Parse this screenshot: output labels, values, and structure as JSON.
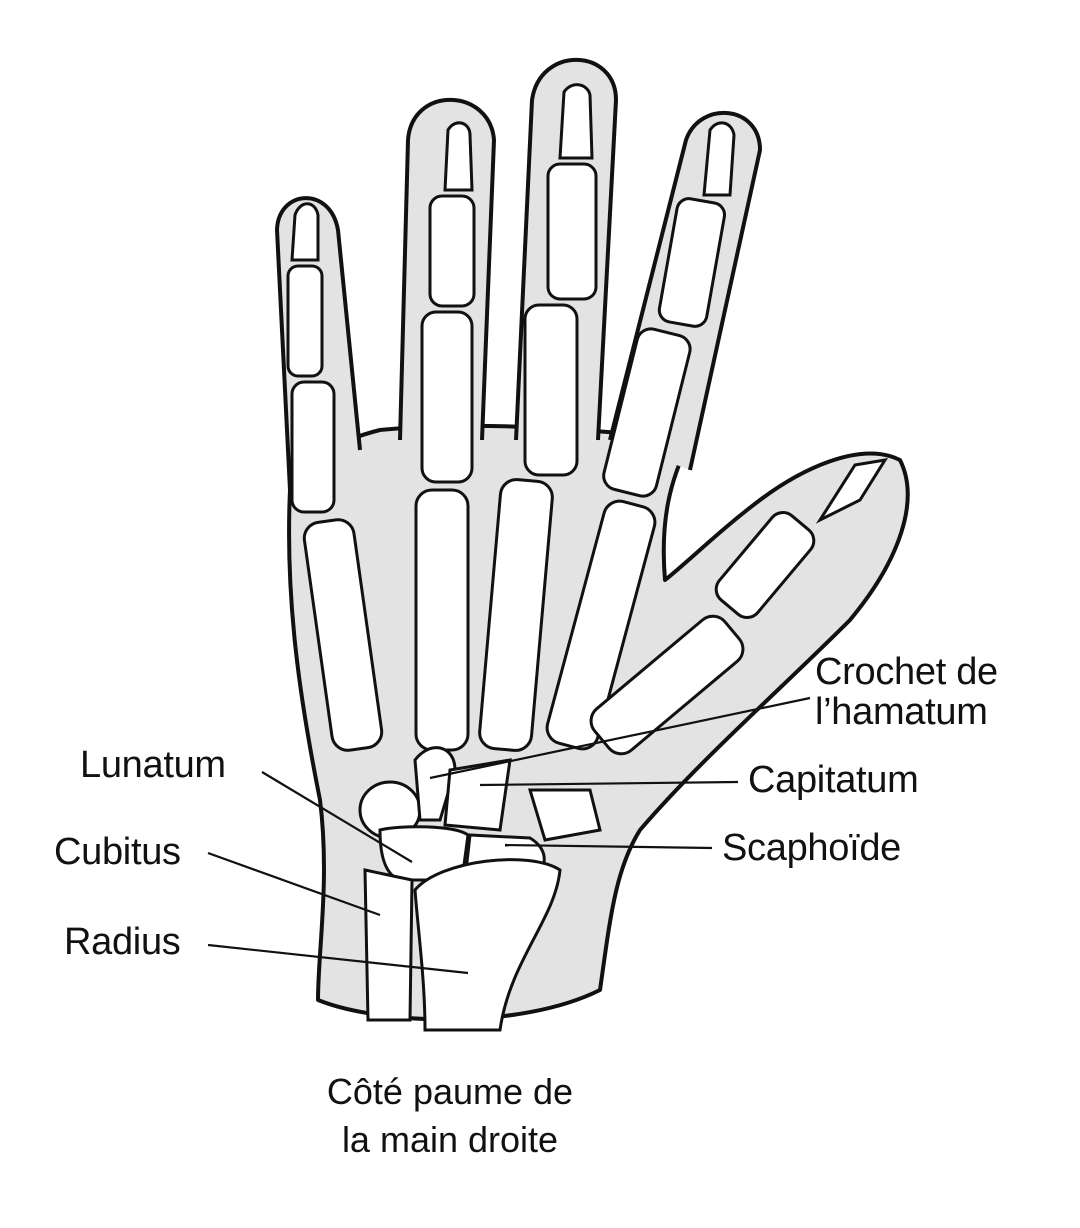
{
  "figure": {
    "subject": "Right hand skeleton, palm side",
    "colors": {
      "background": "#ffffff",
      "soft_tissue": "#e3e3e3",
      "bone": "#ffffff",
      "outline": "#111111",
      "text": "#111111"
    }
  },
  "labels": {
    "hook_of_hamate_line1": "Crochet de",
    "hook_of_hamate_line2": "l’hamatum",
    "capitate": "Capitatum",
    "scaphoid": "Scaphoïde",
    "lunate": "Lunatum",
    "ulna": "Cubitus",
    "radius": "Radius"
  },
  "caption": {
    "line1": "Côté paume de",
    "line2": "la main droite"
  }
}
